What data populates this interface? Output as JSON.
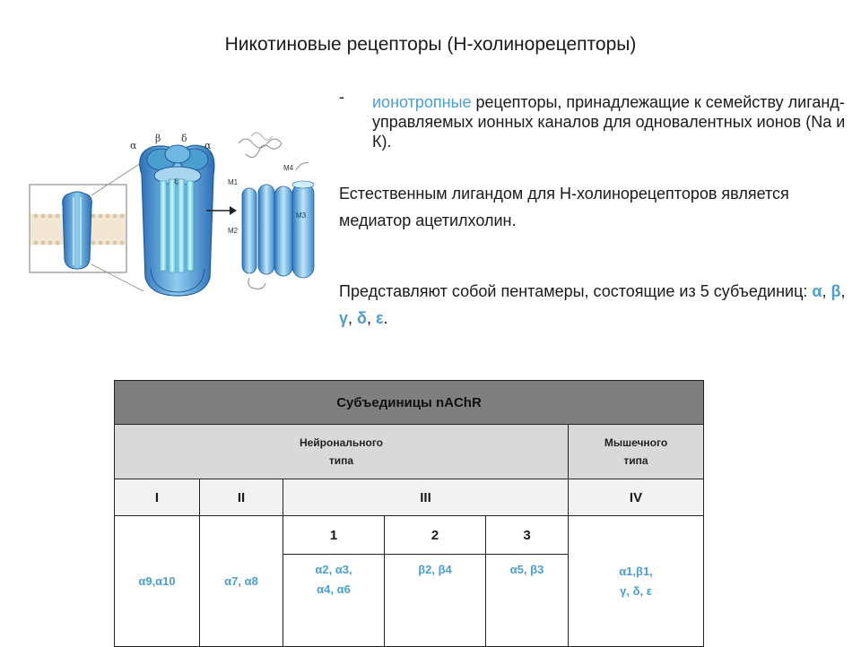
{
  "title": "Никотиновые рецепторы (Н-холинорецепторы)",
  "bullet": "-",
  "para1": {
    "highlight": "ионотропные",
    "rest": " рецепторы, принадлежащие к семейству лиганд-управляемых ионных каналов для одновалентных ионов (Na и К)."
  },
  "para2": "Естественным лигандом для Н-холинорецепторов является медиатор ацетилхолин.",
  "para3": {
    "prefix": "Представляют собой пентамеры, состоящие из 5 субъединиц:",
    "subunits": [
      "α",
      "β",
      "γ",
      "δ",
      "ε"
    ],
    "sep": ", ",
    "end": "."
  },
  "figure": {
    "labels": [
      "α",
      "β",
      "δ",
      "α",
      "ε",
      "M4",
      "M1",
      "M3",
      "M2"
    ],
    "colors": {
      "dark": "#2b6fb8",
      "mid": "#4a9fd0",
      "light": "#a9d6ee",
      "pale": "#cfeefa"
    }
  },
  "table": {
    "header": "Субъединицы nAChR",
    "neuronal_line1": "Нейронального",
    "neuronal_line2": "типа",
    "muscle_line1": "Мышечного",
    "muscle_line2": "типа",
    "groups": [
      "I",
      "II",
      "III",
      "IV"
    ],
    "subgroups": [
      "1",
      "2",
      "3"
    ],
    "I": "α9,α10",
    "II": "α7, α8",
    "III_1a": "α2, α3,",
    "III_1b": "α4, α6",
    "III_2": "β2, β4",
    "III_3": "α5, β3",
    "IV_a": "α1,β1,",
    "IV_b": "γ, δ, ε"
  }
}
